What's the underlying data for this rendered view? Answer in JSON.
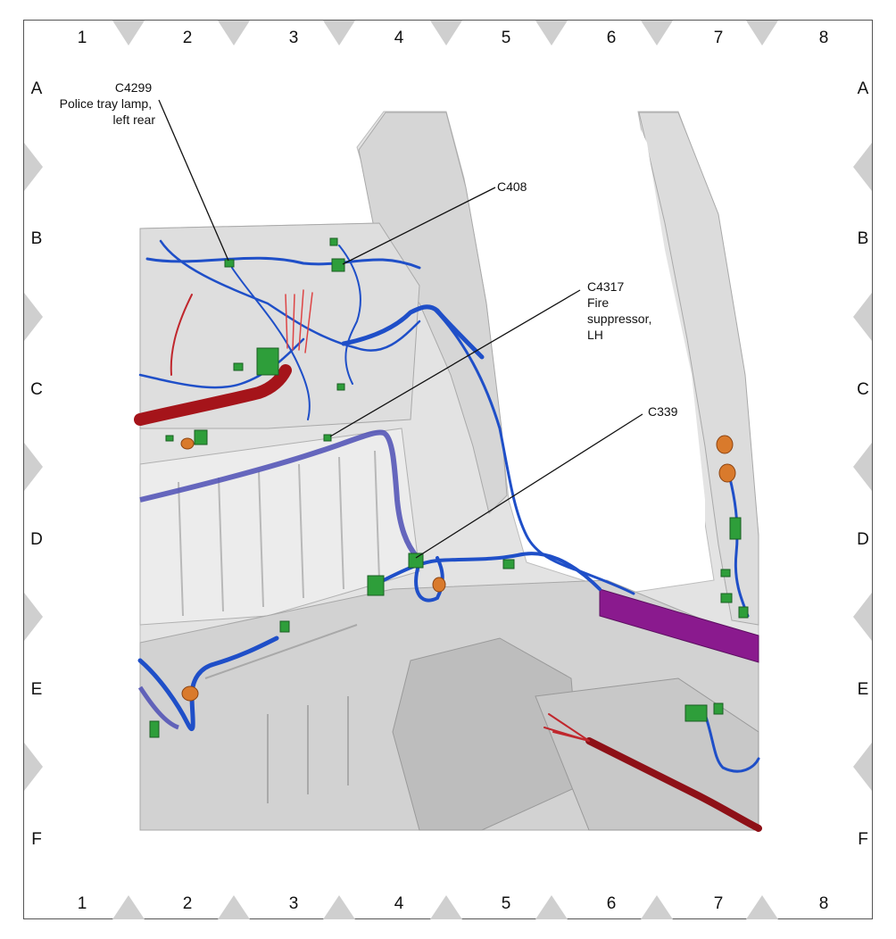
{
  "grid": {
    "columns": [
      "1",
      "2",
      "3",
      "4",
      "5",
      "6",
      "7",
      "8"
    ],
    "rows": [
      "A",
      "B",
      "C",
      "D",
      "E",
      "F"
    ]
  },
  "callouts": [
    {
      "id": "c4299",
      "lines": [
        "C4299",
        "Police tray lamp,",
        "left rear"
      ]
    },
    {
      "id": "c408",
      "lines": [
        "C408"
      ]
    },
    {
      "id": "c4317",
      "lines": [
        "C4317",
        "Fire",
        "suppressor,",
        "LH"
      ]
    },
    {
      "id": "c339",
      "lines": [
        "C339"
      ]
    }
  ],
  "colors": {
    "harness_blue": "#1f4fc8",
    "harness_red": "#a5141a",
    "connector_green": "#2e9e3a",
    "grommet_orange": "#d97a2c",
    "trim_purple": "#8a1a8e",
    "body_gray": "#d9d9d9",
    "border_marker_gray": "#cfcfcf"
  }
}
